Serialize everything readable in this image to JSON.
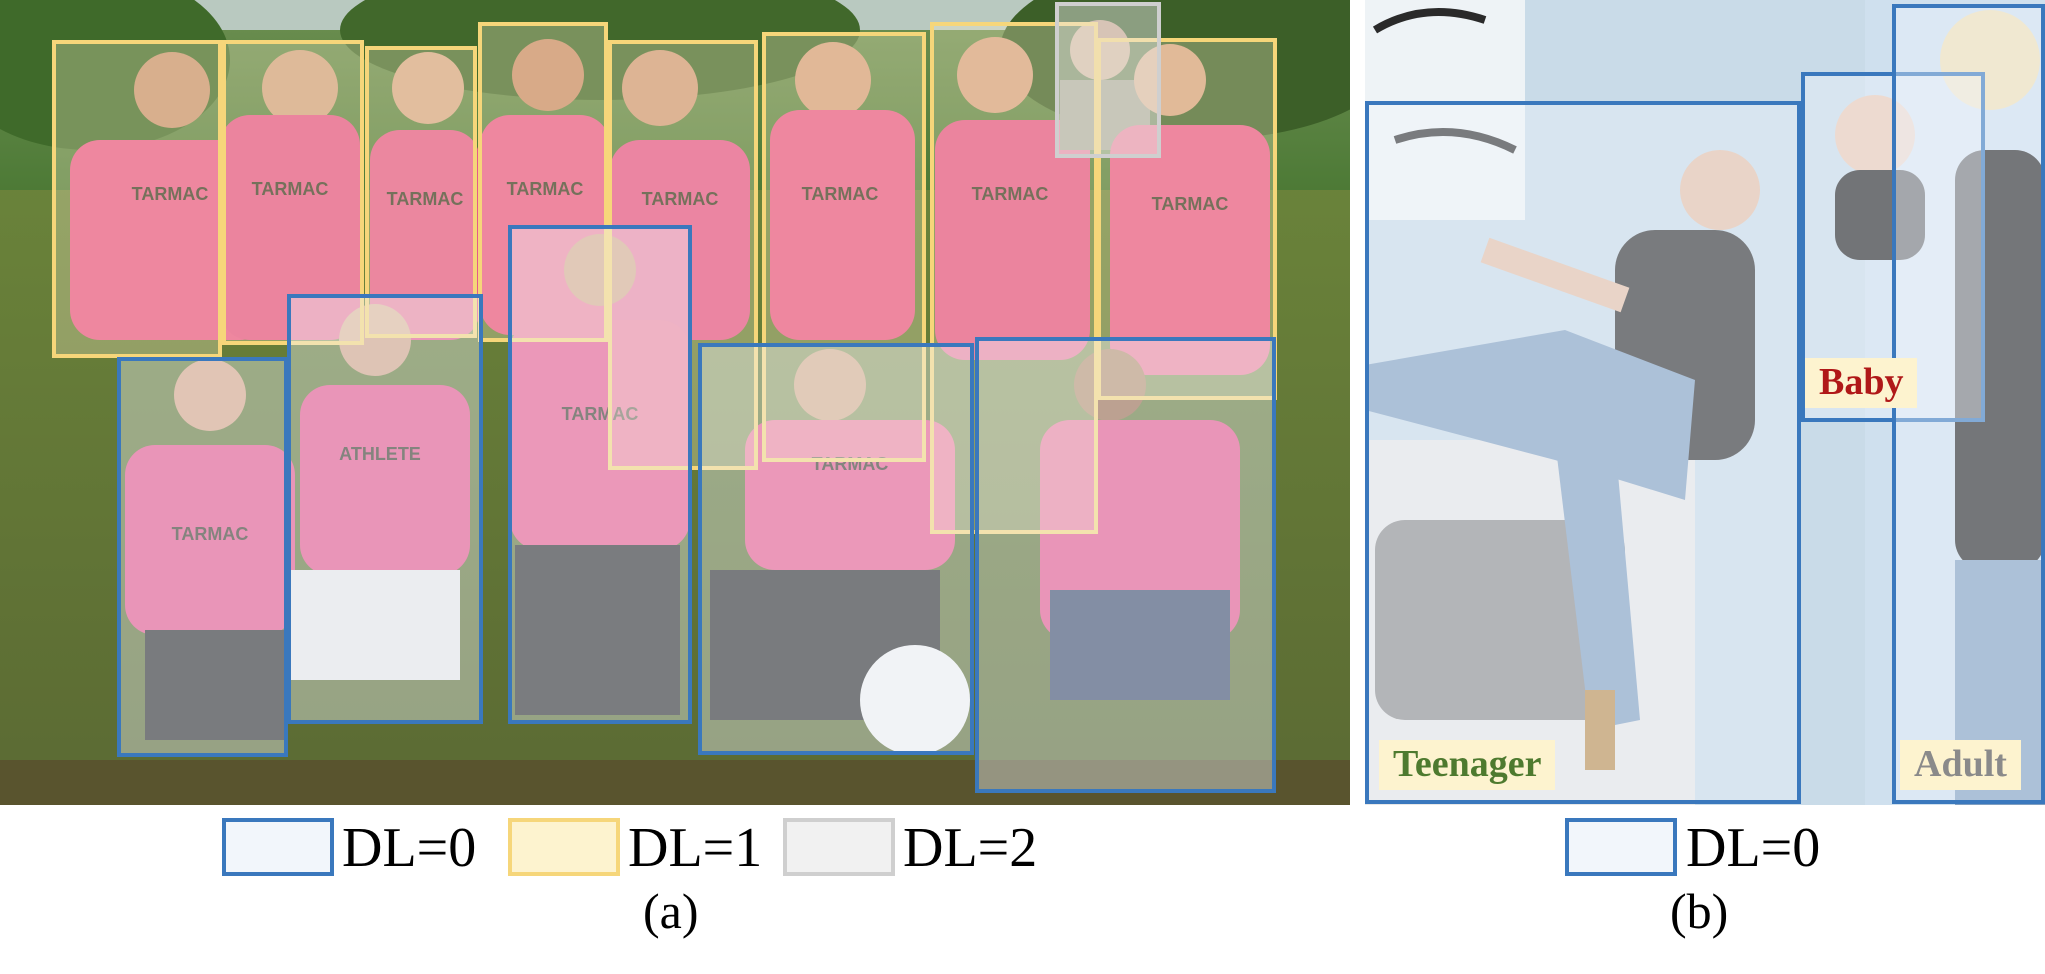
{
  "legend_a": [
    {
      "label": "DL=0",
      "border": "#3a78bd",
      "fill": "#f2f6fb"
    },
    {
      "label": "DL=1",
      "border": "#f6d67a",
      "fill": "#fdf3cf"
    },
    {
      "label": "DL=2",
      "border": "#cfcfcf",
      "fill": "#f1f1f1"
    }
  ],
  "legend_b": [
    {
      "label": "DL=0",
      "border": "#3a78bd",
      "fill": "#f2f6fb"
    }
  ],
  "captions": {
    "a": "(a)",
    "b": "(b)"
  },
  "tags": {
    "teenager": {
      "text": "Teenager",
      "color": "#4e7a2f"
    },
    "baby": {
      "text": "Baby",
      "color": "#b01818"
    },
    "adult": {
      "text": "Adult",
      "color": "#8a8a8a"
    }
  },
  "shirt_texts": [
    "TARMAC",
    "TARMAC",
    "TARMAC",
    "TARMAC",
    "TARMAC",
    "TARMAC",
    "TARMAC",
    "TARMAC",
    "TARMAC",
    "ATHLETE",
    "TARMAC",
    "TARMAC"
  ],
  "colors": {
    "dl0": "#3a78bd",
    "dl1": "#f6d67a",
    "dl2": "#cfcfcf",
    "shirt": "#e85a8c"
  }
}
